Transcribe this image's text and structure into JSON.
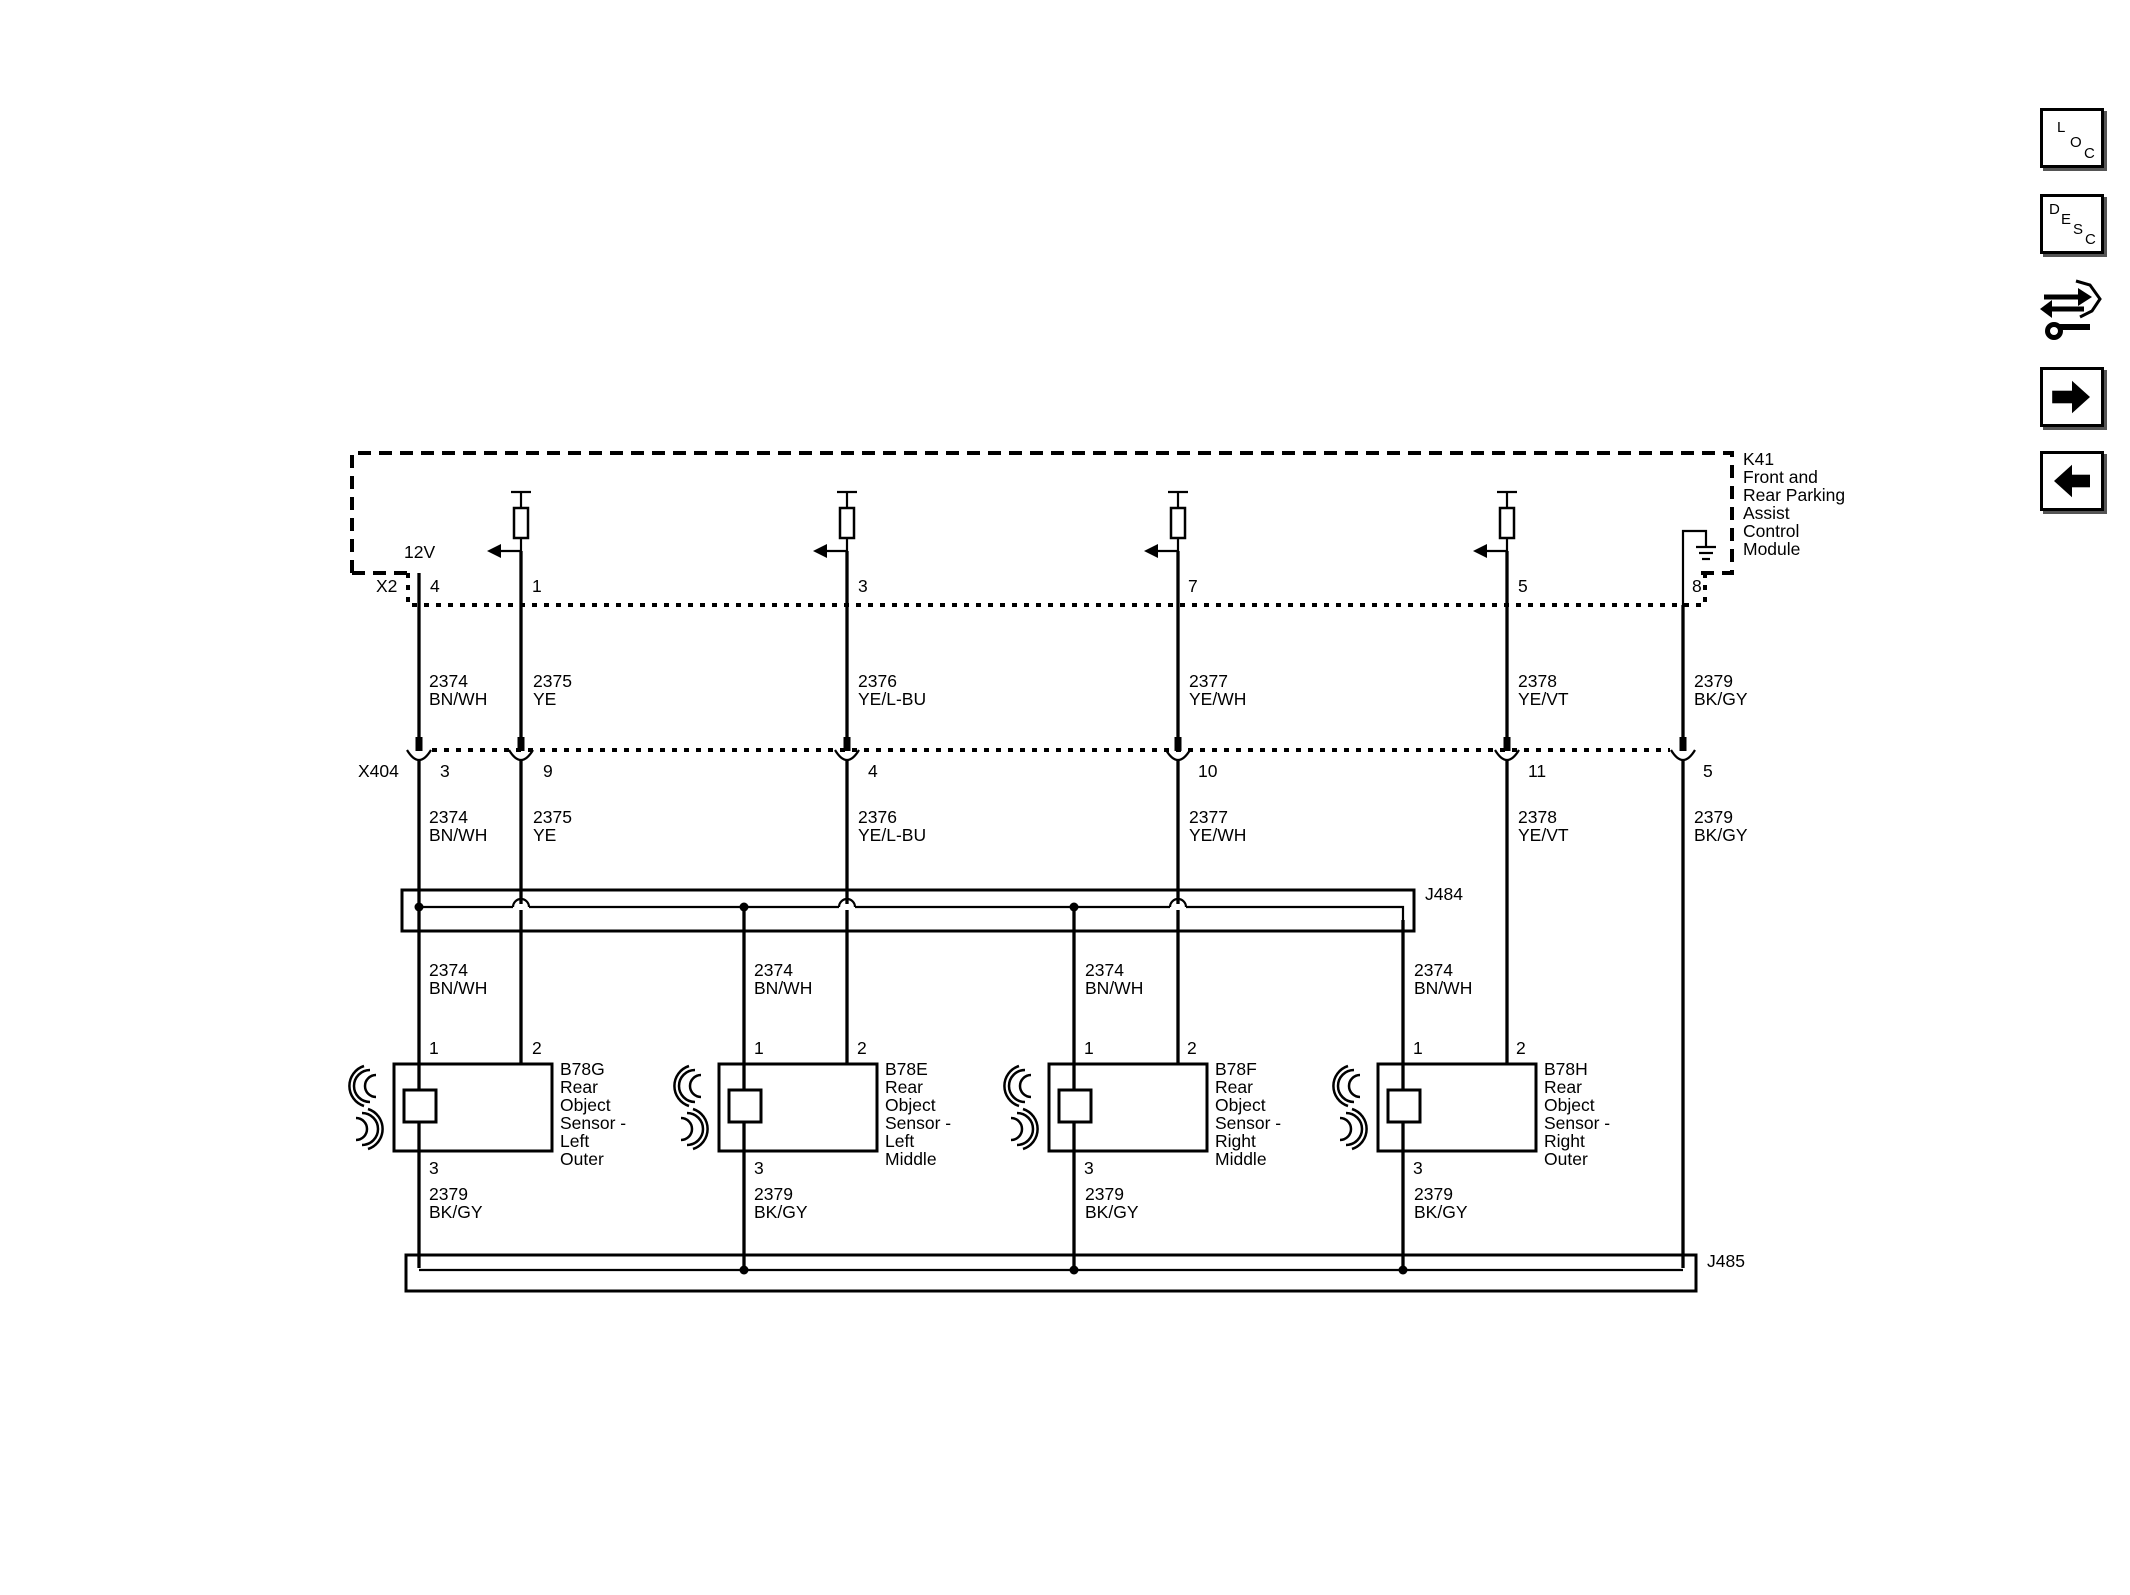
{
  "module": {
    "id": "K41",
    "name_lines": [
      "Front and",
      "Rear Parking",
      "Assist",
      "Control",
      "Module"
    ],
    "connector": "X2",
    "voltage": "12V",
    "pins": [
      "4",
      "1",
      "3",
      "7",
      "5",
      "8"
    ]
  },
  "inline_connector": {
    "id": "X404",
    "pins": [
      "3",
      "9",
      "4",
      "10",
      "11",
      "5"
    ]
  },
  "circuits": [
    {
      "number": "2374",
      "color": "BN/WH"
    },
    {
      "number": "2375",
      "color": "YE"
    },
    {
      "number": "2376",
      "color": "YE/L-BU"
    },
    {
      "number": "2377",
      "color": "YE/WH"
    },
    {
      "number": "2378",
      "color": "YE/VT"
    },
    {
      "number": "2379",
      "color": "BK/GY"
    }
  ],
  "splices": {
    "upper": "J484",
    "lower": "J485"
  },
  "sensors": [
    {
      "id": "B78G",
      "lines": [
        "Rear",
        "Object",
        "Sensor -",
        "Left",
        "Outer"
      ],
      "pin_a": "1",
      "pin_b": "2",
      "pin_c": "3"
    },
    {
      "id": "B78E",
      "lines": [
        "Rear",
        "Object",
        "Sensor -",
        "Left",
        "Middle"
      ],
      "pin_a": "1",
      "pin_b": "2",
      "pin_c": "3"
    },
    {
      "id": "B78F",
      "lines": [
        "Rear",
        "Object",
        "Sensor -",
        "Right",
        "Middle"
      ],
      "pin_a": "1",
      "pin_b": "2",
      "pin_c": "3"
    },
    {
      "id": "B78H",
      "lines": [
        "Rear",
        "Object",
        "Sensor -",
        "Right",
        "Outer"
      ],
      "pin_a": "1",
      "pin_b": "2",
      "pin_c": "3"
    }
  ],
  "nav": {
    "loc": [
      "L",
      "O",
      "C"
    ],
    "desc": [
      "D",
      "E",
      "S",
      "C"
    ],
    "icons": [
      "loc-button-icon",
      "desc-button-icon",
      "connector-repair-icon",
      "forward-arrow-icon",
      "back-arrow-icon"
    ]
  }
}
